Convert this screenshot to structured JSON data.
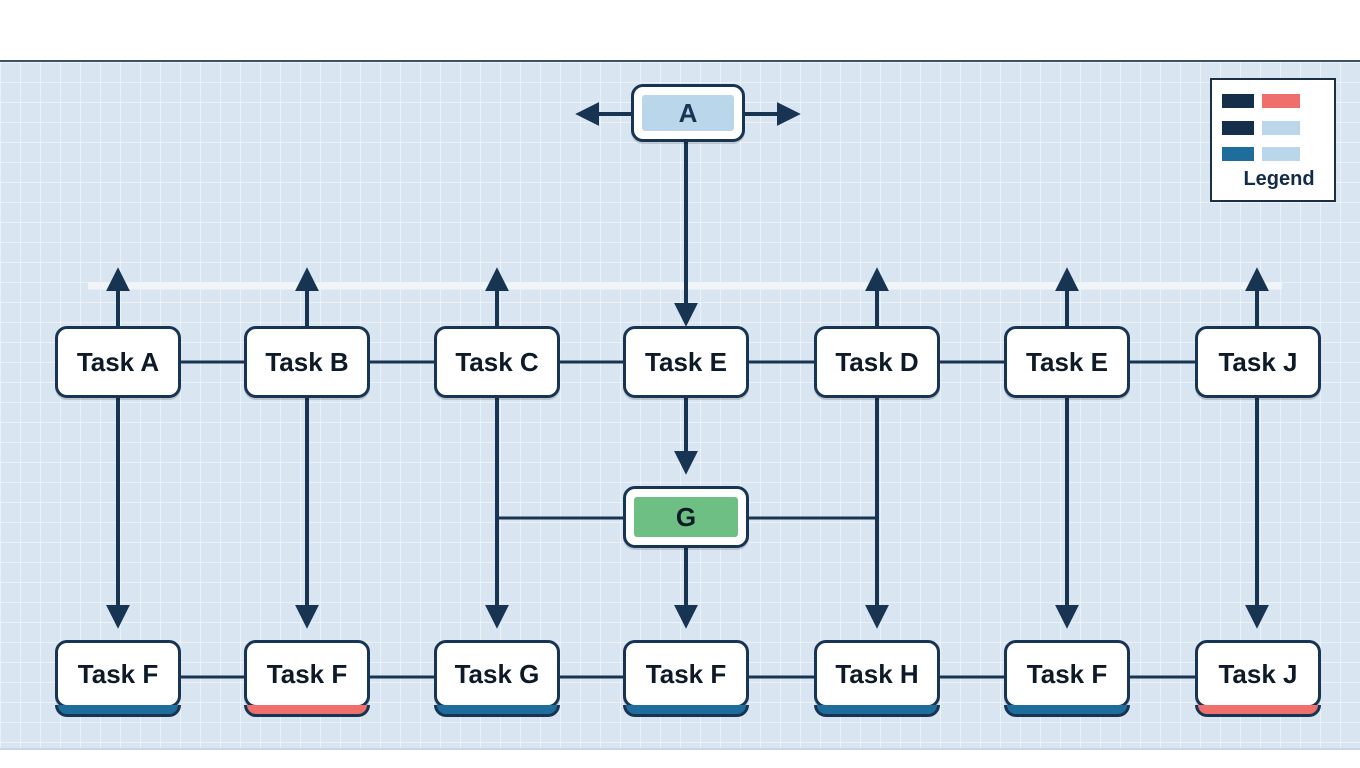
{
  "colors": {
    "line": "#173453",
    "accent_red": "#ef6f6c",
    "accent_blue": "#1f6d9c",
    "light_blue": "#b9d6ea",
    "green": "#6dbf84",
    "dark": "#152f4b"
  },
  "diagram": {
    "root": {
      "label": "A"
    },
    "center": {
      "label": "G"
    },
    "top_row": [
      {
        "label": "Task A"
      },
      {
        "label": "Task B"
      },
      {
        "label": "Task C"
      },
      {
        "label": "Task E"
      },
      {
        "label": "Task D"
      },
      {
        "label": "Task E"
      },
      {
        "label": "Task J"
      }
    ],
    "bottom_row": [
      {
        "label": "Task F",
        "accent": "blue"
      },
      {
        "label": "Task F",
        "accent": "red"
      },
      {
        "label": "Task G",
        "accent": "blue"
      },
      {
        "label": "Task F",
        "accent": "blue"
      },
      {
        "label": "Task H",
        "accent": "blue"
      },
      {
        "label": "Task F",
        "accent": "blue"
      },
      {
        "label": "Task J",
        "accent": "red"
      }
    ]
  },
  "legend": {
    "title": "Legend",
    "rows": [
      {
        "left": "#152f4b",
        "right": "#ef6f6c"
      },
      {
        "left": "#152f4b",
        "right": "#b9d6ea"
      },
      {
        "left": "#1f6d9c",
        "right": "#b9d6ea"
      }
    ]
  }
}
